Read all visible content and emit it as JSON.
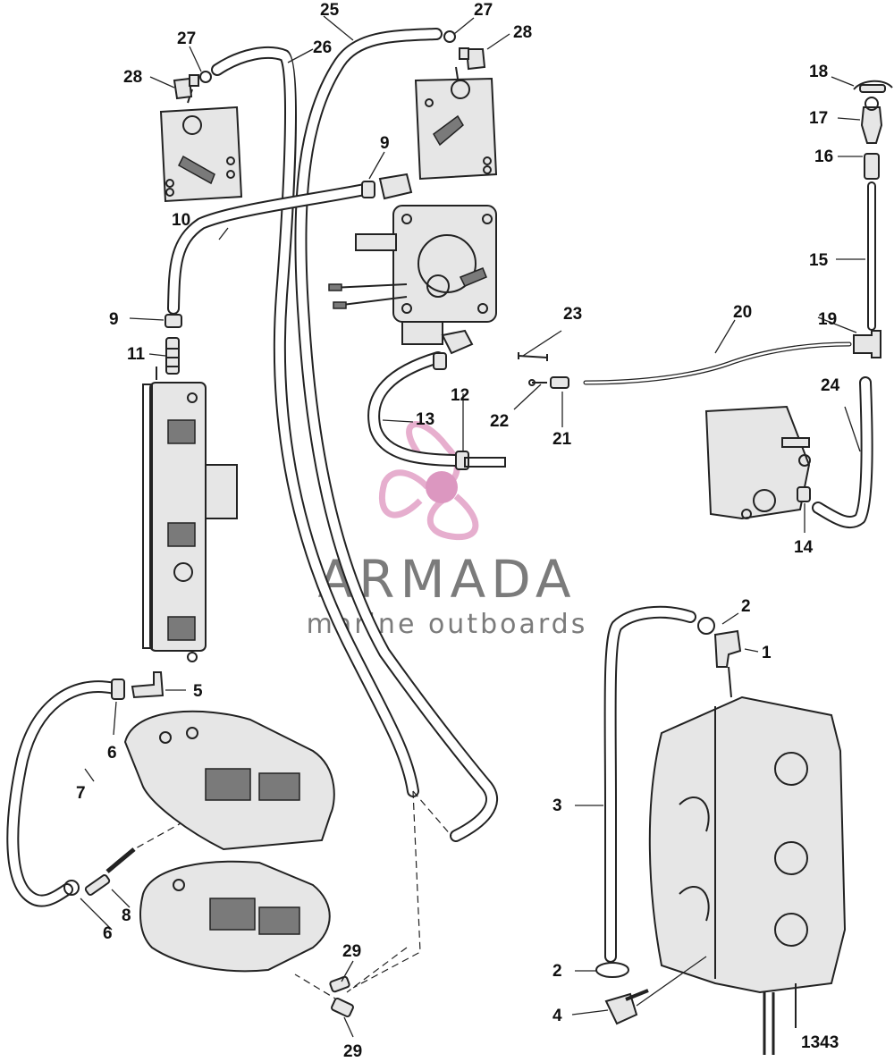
{
  "figure": {
    "id_label": "1343",
    "callouts": [
      {
        "key": "c1",
        "text": "1"
      },
      {
        "key": "c2a",
        "text": "2"
      },
      {
        "key": "c2b",
        "text": "2"
      },
      {
        "key": "c3",
        "text": "3"
      },
      {
        "key": "c4",
        "text": "4"
      },
      {
        "key": "c5",
        "text": "5"
      },
      {
        "key": "c6a",
        "text": "6"
      },
      {
        "key": "c6b",
        "text": "6"
      },
      {
        "key": "c7",
        "text": "7"
      },
      {
        "key": "c8",
        "text": "8"
      },
      {
        "key": "c9a",
        "text": "9"
      },
      {
        "key": "c9b",
        "text": "9"
      },
      {
        "key": "c10",
        "text": "10"
      },
      {
        "key": "c11",
        "text": "11"
      },
      {
        "key": "c12",
        "text": "12"
      },
      {
        "key": "c13",
        "text": "13"
      },
      {
        "key": "c14",
        "text": "14"
      },
      {
        "key": "c15",
        "text": "15"
      },
      {
        "key": "c16",
        "text": "16"
      },
      {
        "key": "c17",
        "text": "17"
      },
      {
        "key": "c18",
        "text": "18"
      },
      {
        "key": "c19",
        "text": "19"
      },
      {
        "key": "c20",
        "text": "20"
      },
      {
        "key": "c21",
        "text": "21"
      },
      {
        "key": "c22",
        "text": "22"
      },
      {
        "key": "c23",
        "text": "23"
      },
      {
        "key": "c24",
        "text": "24"
      },
      {
        "key": "c25",
        "text": "25"
      },
      {
        "key": "c26",
        "text": "26"
      },
      {
        "key": "c27a",
        "text": "27"
      },
      {
        "key": "c27b",
        "text": "27"
      },
      {
        "key": "c28a",
        "text": "28"
      },
      {
        "key": "c28b",
        "text": "28"
      },
      {
        "key": "c29a",
        "text": "29"
      },
      {
        "key": "c29b",
        "text": "29"
      }
    ]
  },
  "watermark": {
    "brand": "ARMADA",
    "tagline": "marine outboards",
    "colors": {
      "text": "#7b7b7b",
      "logo": "#e4a6c9",
      "logo_center": "#d98cba"
    },
    "icon": "propeller-logo-icon"
  }
}
